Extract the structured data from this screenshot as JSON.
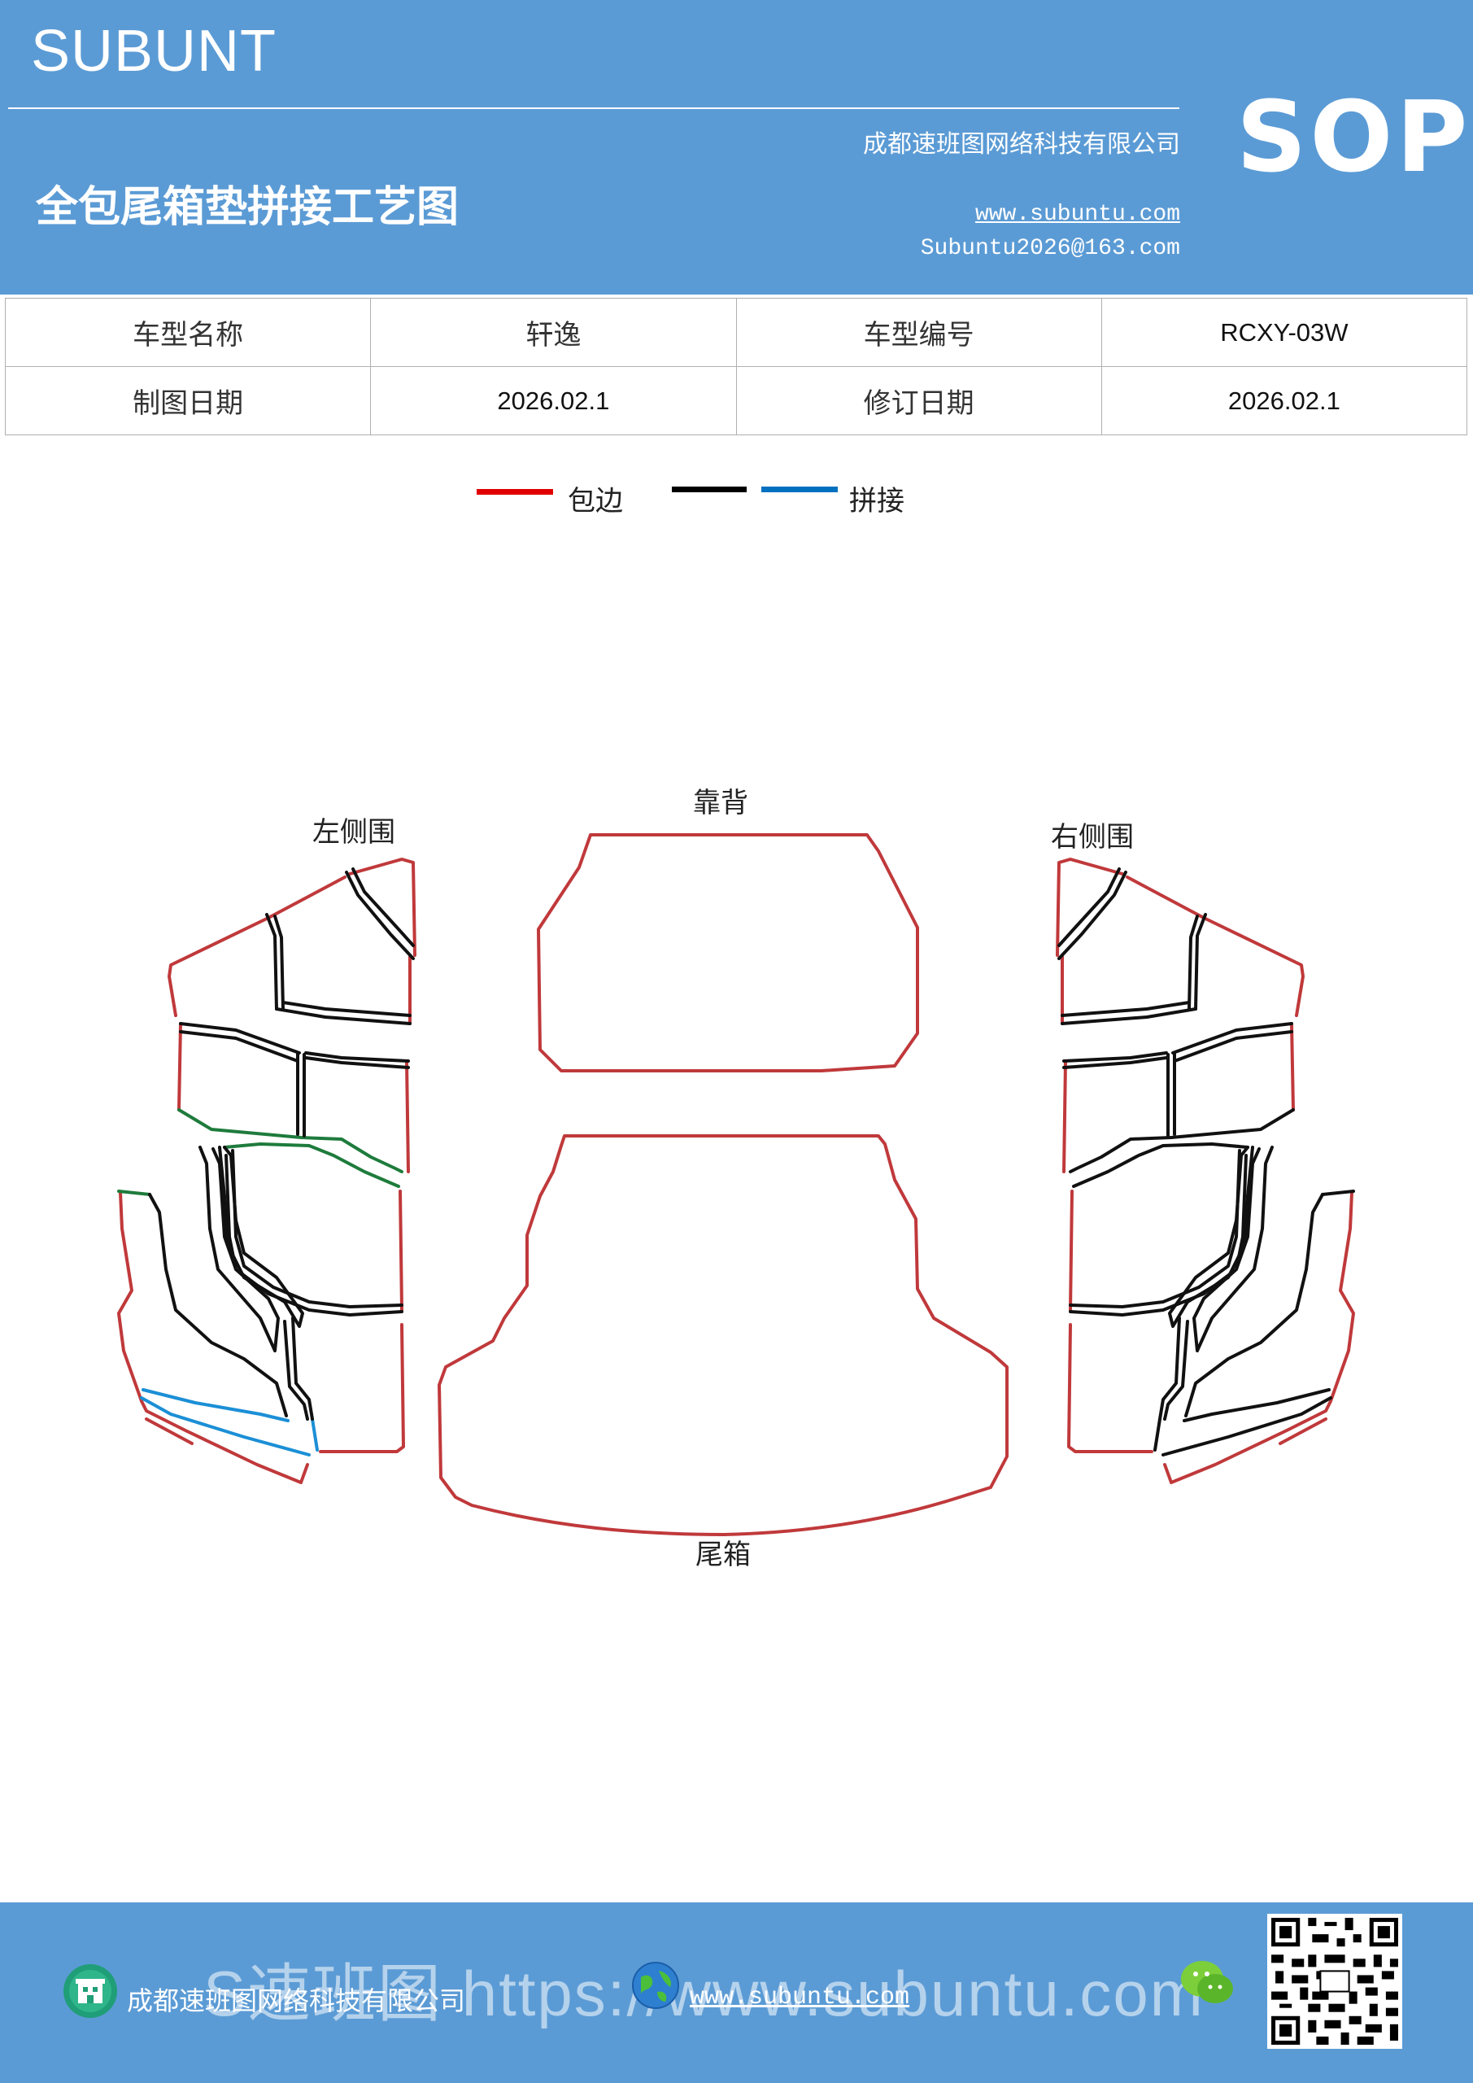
{
  "header": {
    "brand": "SUBUNT",
    "title": "全包尾箱垫拼接工艺图",
    "company": "成都速班图网络科技有限公司",
    "website": "www.subuntu.com",
    "email": "Subuntu2026@163.com",
    "badge": "SOP"
  },
  "info": {
    "model_name_label": "车型名称",
    "model_name": "轩逸",
    "model_code_label": "车型编号",
    "model_code": "RCXY-03W",
    "draw_date_label": "制图日期",
    "draw_date": "2026.02.1",
    "revision_date_label": "修订日期",
    "revision_date": "2026.02.1"
  },
  "legend": {
    "binding_label": "包边",
    "splice_label": "拼接",
    "colors": {
      "binding": "#e00000",
      "black": "#000000",
      "splice": "#0070c0"
    }
  },
  "diagram": {
    "left_side": "左侧围",
    "backrest": "靠背",
    "right_side": "右侧围",
    "trunk": "尾箱",
    "colors": {
      "edge": "#c0393b",
      "seam": "#111111",
      "green": "#1e7b3c",
      "blue": "#1b8fd6"
    }
  },
  "footer": {
    "watermark": "S速班图 https://www.subuntu.com",
    "company": "成都速班图网络科技有限公司",
    "website": "www.subuntu.com"
  }
}
